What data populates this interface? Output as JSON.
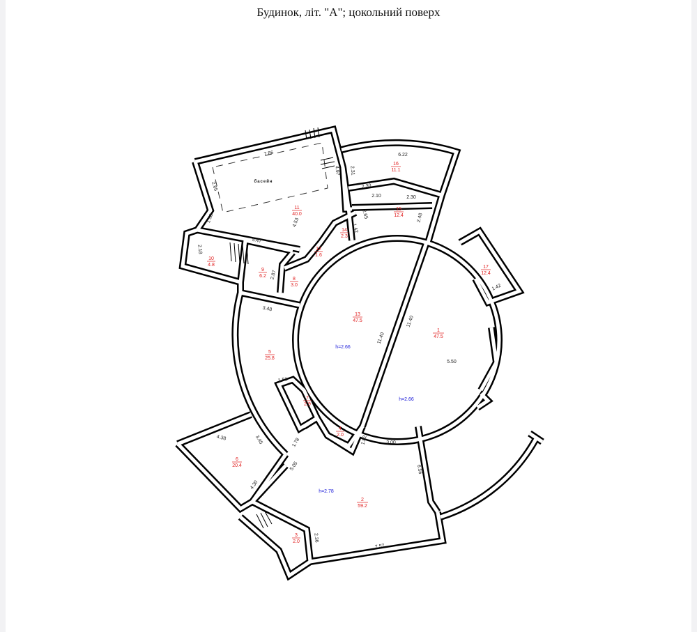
{
  "title": "Будинок, літ. \"А\"; цокольний поверх",
  "pool_label": "басейн",
  "rooms": [
    {
      "number": "1",
      "area": "47.5"
    },
    {
      "number": "2",
      "area": "59.2"
    },
    {
      "number": "3",
      "area": "2.0"
    },
    {
      "number": "4",
      "area": "2.0"
    },
    {
      "number": "5",
      "area": "25.8"
    },
    {
      "number": "6",
      "area": "20.4"
    },
    {
      "number": "7",
      "area": "2.9"
    },
    {
      "number": "8",
      "area": "3.0"
    },
    {
      "number": "9",
      "area": "6.2"
    },
    {
      "number": "10",
      "area": "4.8"
    },
    {
      "number": "11",
      "area": "40.0"
    },
    {
      "number": "12",
      "area": "1.6"
    },
    {
      "number": "13",
      "area": "47.5"
    },
    {
      "number": "14",
      "area": "2.3"
    },
    {
      "number": "15",
      "area": "12.4"
    },
    {
      "number": "16",
      "area": "11.1"
    },
    {
      "number": "17",
      "area": "12.4"
    }
  ],
  "heights": [
    "h=2.66",
    "h=2.66",
    "h=2.78"
  ],
  "dimensions": [
    "7.86",
    "2.65",
    "4.97",
    "2.31",
    "6.22",
    "2.30",
    "2.10",
    "2.30",
    "2.65",
    "2.48",
    "1.42",
    "1.42",
    "4.53",
    "1.58",
    "5.47",
    "2.18",
    "2.87",
    "3.48",
    "11.40",
    "11.40",
    "5.50",
    "1.51",
    "4.38",
    "3.45",
    "1.78",
    "5.05",
    "4.30",
    "1.82",
    "3.00",
    "6.56",
    "2.36",
    "7.57"
  ]
}
